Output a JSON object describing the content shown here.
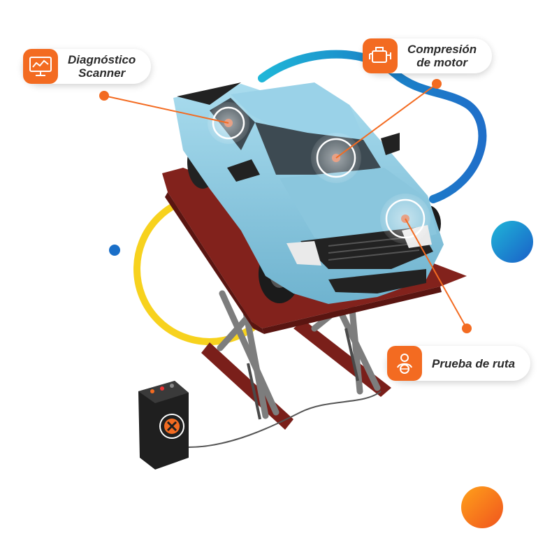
{
  "callouts": [
    {
      "id": "diagnostico",
      "line1": "Diagnóstico",
      "line2": "Scanner",
      "icon": "monitor-diagnostics-icon"
    },
    {
      "id": "compresion",
      "line1": "Compresión",
      "line2": "de motor",
      "icon": "engine-icon"
    },
    {
      "id": "prueba",
      "line1": "Prueba de ruta",
      "line2": "",
      "icon": "driver-steering-wheel-icon"
    }
  ],
  "colors": {
    "accent_orange": "#f36b21",
    "truck_blue": "#8ec9e0",
    "lift_red": "#7a1f1a",
    "ring_yellow": "#f7d21e",
    "swoosh_blue": "#1a86c8"
  }
}
